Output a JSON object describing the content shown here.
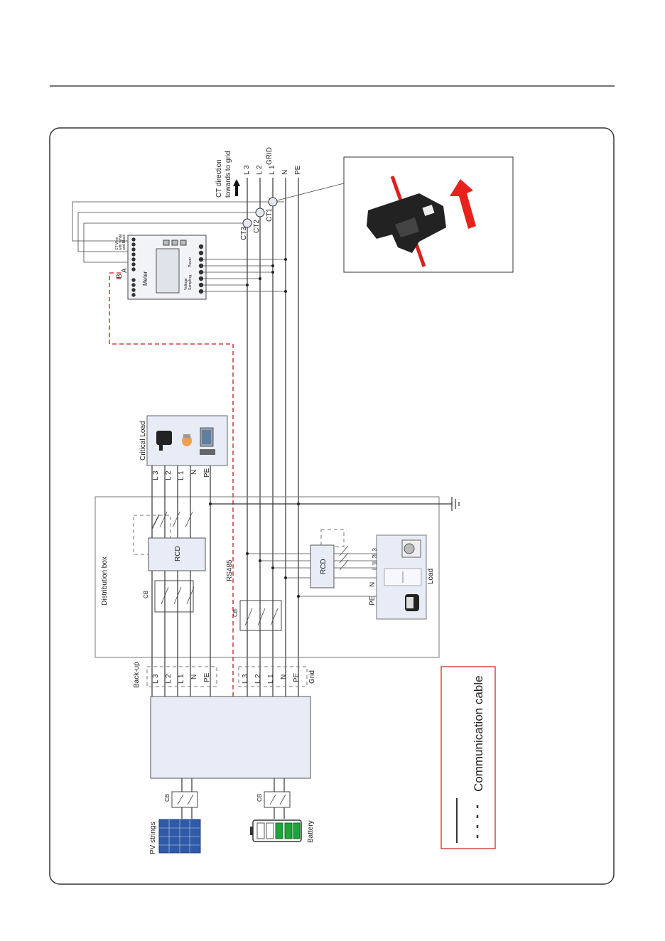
{
  "labels": {
    "ct_direction_line1": "CT direction",
    "ct_direction_line2": "towards to grid",
    "grid": "GRID",
    "l3": "L 3",
    "l2": "L 2",
    "l1": "L 1",
    "n": "N",
    "pe": "PE",
    "ct1": "CT1",
    "ct2": "CT2",
    "ct3": "CT3",
    "meter": "Meter",
    "b": "B",
    "a": "A",
    "critical_load": "Critical Load",
    "distribution_box": "Distribution box",
    "cb": "CB",
    "rcd": "RCD",
    "rs485": "RS485",
    "load": "Load",
    "backup": "Back-up",
    "grid_port": "Grid",
    "pv_strings": "PV strings",
    "battery": "Battery",
    "communication_cable": "Communication cable",
    "meter_ct_wire_a": "CT Wire",
    "meter_ct_wire_b": "with White",
    "meter_ct_wire_c": "and Black",
    "meter_power": "Power",
    "meter_voltage": "Voltage",
    "meter_sampling": "Sampling"
  },
  "colors": {
    "communication": "#d01818",
    "ct_arrow": "#e8211d",
    "ct_cable": "#d9221e",
    "box_fill": "#e8ecf6",
    "battery_cells": "#1fa33a"
  },
  "icons": {
    "ct_clamp": "current-transformer-clamp-photo",
    "critical_load": [
      "hair-dryer-icon",
      "light-bulb-icon",
      "desktop-computer-icon"
    ],
    "household_load": [
      "washing-machine-icon",
      "air-conditioner-icon",
      "rice-cooker-icon"
    ],
    "earth": "earth-ground-icon",
    "pv": "solar-panel-icon",
    "battery": "battery-icon"
  }
}
